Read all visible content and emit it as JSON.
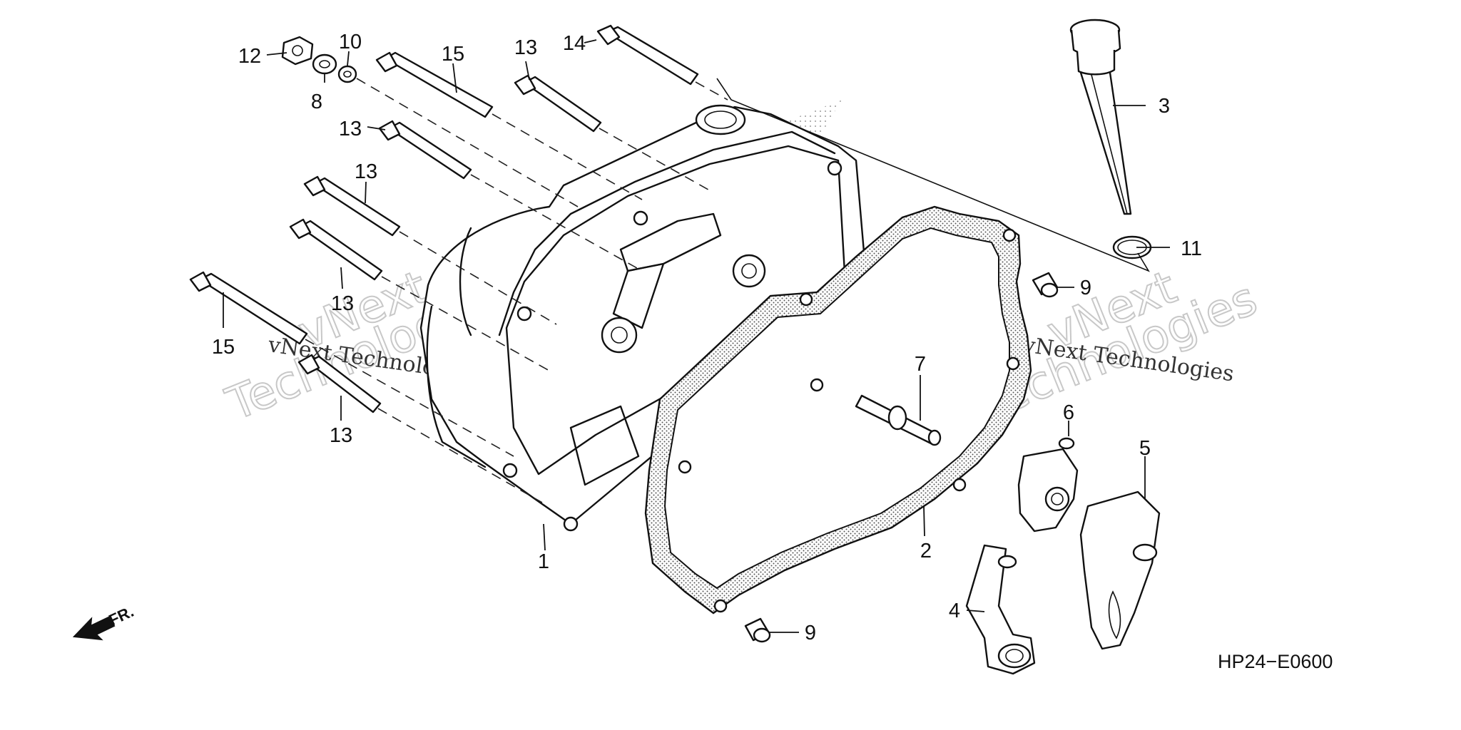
{
  "diagram": {
    "code": "HP24−E0600",
    "direction_label": "FR.",
    "watermark": {
      "company": "vNext Technologies",
      "word_1": "vNext",
      "word_2": "Technologies"
    },
    "callouts": {
      "c1": "1",
      "c2": "2",
      "c3": "3",
      "c4": "4",
      "c5": "5",
      "c6": "6",
      "c7": "7",
      "c8": "8",
      "c9a": "9",
      "c9b": "9",
      "c10": "10",
      "c11": "11",
      "c12": "12",
      "c13a": "13",
      "c13b": "13",
      "c13c": "13",
      "c13d": "13",
      "c13e": "13",
      "c14": "14",
      "c15a": "15",
      "c15b": "15"
    }
  }
}
